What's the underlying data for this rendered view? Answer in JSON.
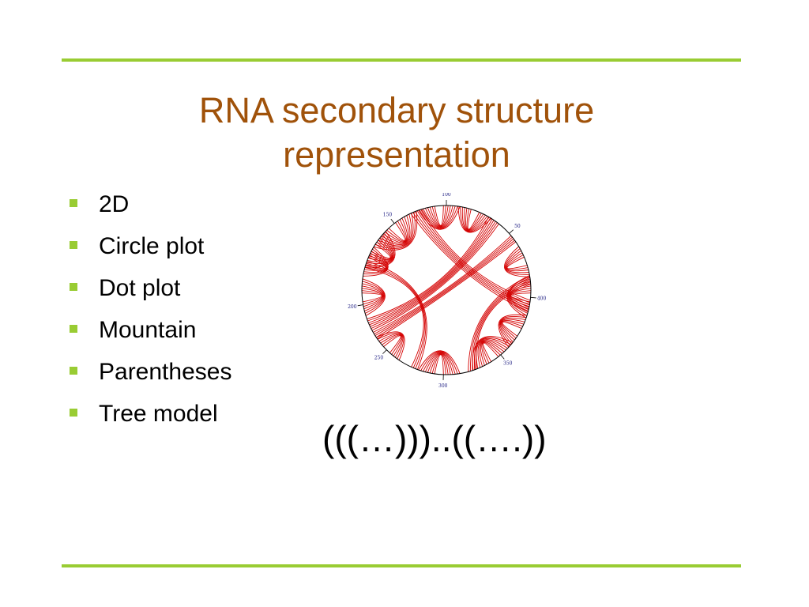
{
  "slide": {
    "title_line1": "RNA secondary structure",
    "title_line2": "representation",
    "bullets": [
      "2D",
      "Circle plot",
      "Dot plot",
      "Mountain",
      "Parentheses",
      "Tree model"
    ],
    "notation": "(((…)))..((….))"
  },
  "circle_plot": {
    "tick_labels": [
      "50",
      "100",
      "150",
      "200",
      "250",
      "300",
      "350",
      "400"
    ]
  },
  "colors": {
    "title": "#a0520a",
    "rule": "#99cc33",
    "bullet": "#99cc33",
    "arc": "#d40000"
  }
}
